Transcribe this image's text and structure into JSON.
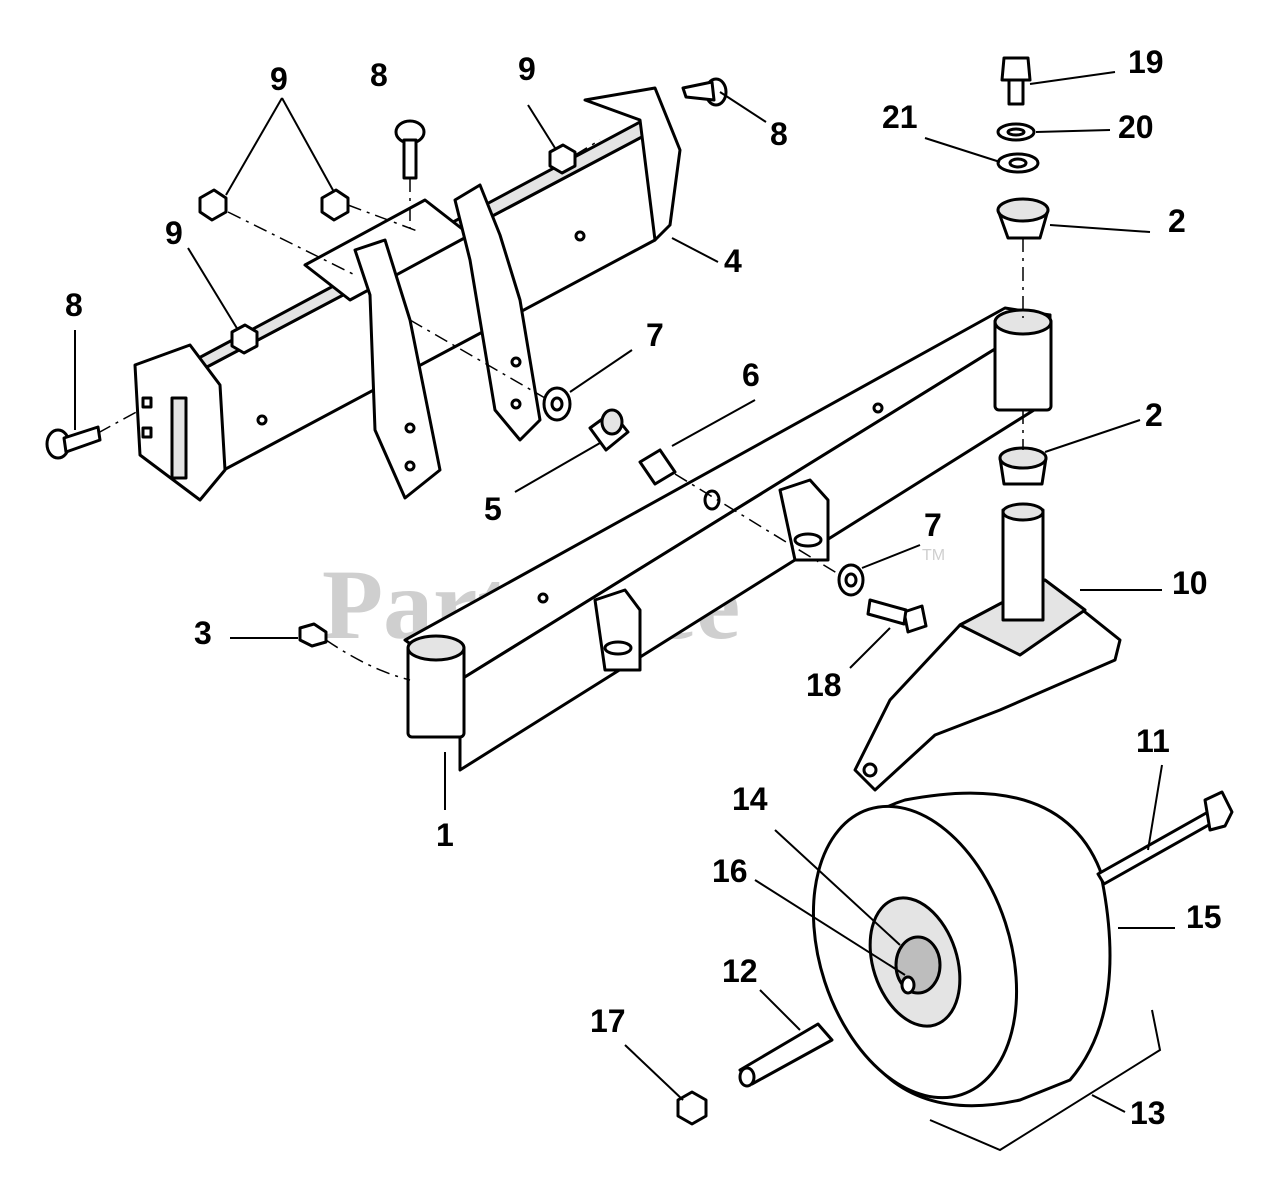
{
  "watermark": {
    "text": "PartsTree",
    "tm": "TM"
  },
  "callouts": [
    {
      "id": "c9a",
      "text": "9"
    },
    {
      "id": "c8a",
      "text": "8"
    },
    {
      "id": "c9b",
      "text": "9"
    },
    {
      "id": "c8b",
      "text": "8"
    },
    {
      "id": "c19",
      "text": "19"
    },
    {
      "id": "c21",
      "text": "21"
    },
    {
      "id": "c20",
      "text": "20"
    },
    {
      "id": "c2a",
      "text": "2"
    },
    {
      "id": "c9c",
      "text": "9"
    },
    {
      "id": "c4",
      "text": "4"
    },
    {
      "id": "c8c",
      "text": "8"
    },
    {
      "id": "c7a",
      "text": "7"
    },
    {
      "id": "c6",
      "text": "6"
    },
    {
      "id": "c2b",
      "text": "2"
    },
    {
      "id": "c5",
      "text": "5"
    },
    {
      "id": "c7b",
      "text": "7"
    },
    {
      "id": "c10",
      "text": "10"
    },
    {
      "id": "c3",
      "text": "3"
    },
    {
      "id": "c18",
      "text": "18"
    },
    {
      "id": "c11",
      "text": "11"
    },
    {
      "id": "c1",
      "text": "1"
    },
    {
      "id": "c14",
      "text": "14"
    },
    {
      "id": "c16",
      "text": "16"
    },
    {
      "id": "c15",
      "text": "15"
    },
    {
      "id": "c12",
      "text": "12"
    },
    {
      "id": "c17",
      "text": "17"
    },
    {
      "id": "c13",
      "text": "13"
    }
  ]
}
